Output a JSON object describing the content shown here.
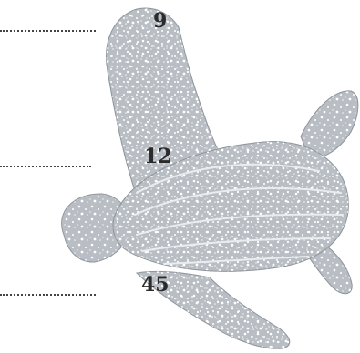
{
  "labels": [
    {
      "id": "label-9",
      "text": "9"
    },
    {
      "id": "label-12",
      "text": "12"
    },
    {
      "id": "label-45",
      "text": "45"
    }
  ],
  "colors": {
    "turtle_fill": "#b8bec4",
    "turtle_edge": "#8e959c",
    "spots": "#ffffff",
    "ridges": "#e9edf0",
    "leader": "#444444",
    "label": "#2b2b2b"
  }
}
